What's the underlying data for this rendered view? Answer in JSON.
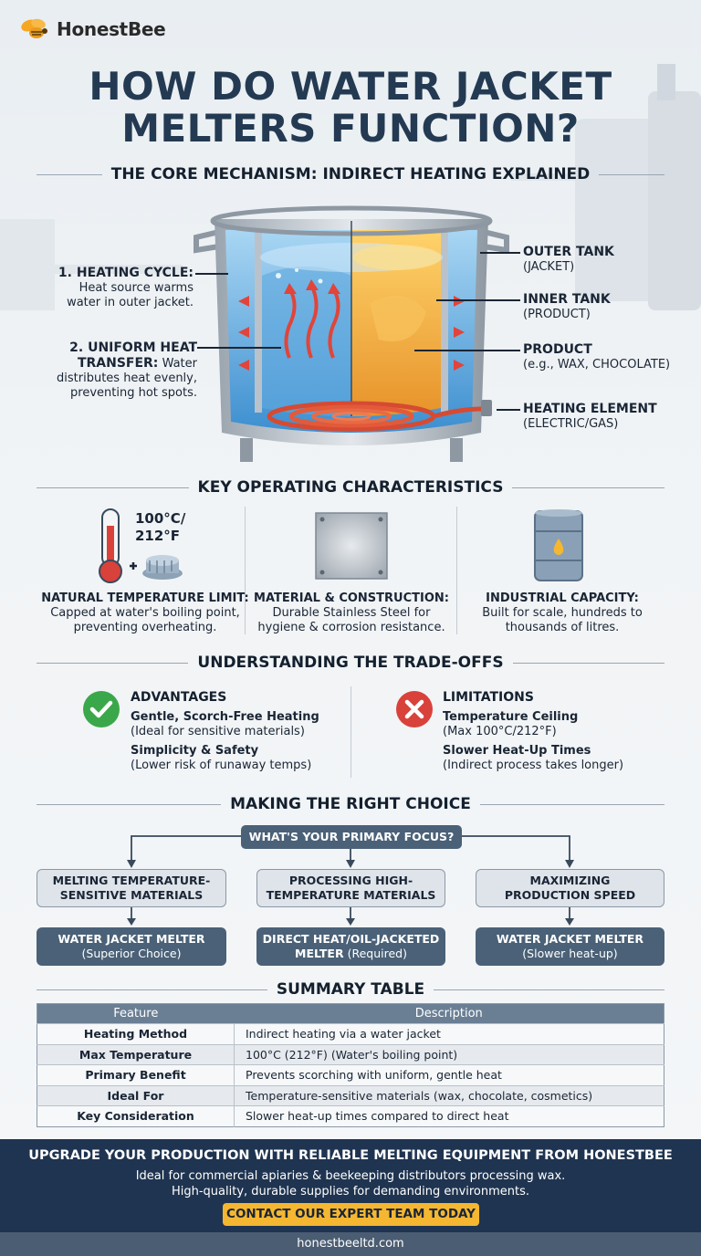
{
  "brand": {
    "name": "HonestBee"
  },
  "title": {
    "line1": "HOW DO WATER JACKET",
    "line2": "MELTERS FUNCTION?"
  },
  "mechanism": {
    "heading": "THE CORE MECHANISM: INDIRECT HEATING EXPLAINED",
    "left_labels": [
      {
        "title": "1. HEATING CYCLE:",
        "line1": "Heat source warms",
        "line2": "water in outer jacket."
      },
      {
        "title": "2. UNIFORM HEAT",
        "title2": "TRANSFER:",
        "desc_inline": "Water",
        "line1": "distributes heat evenly,",
        "line2": "preventing hot spots."
      }
    ],
    "right_labels": [
      {
        "title": "OUTER TANK",
        "sub": "(JACKET)"
      },
      {
        "title": "INNER TANK",
        "sub": "(PRODUCT)"
      },
      {
        "title": "PRODUCT",
        "sub": "(e.g., WAX, CHOCOLATE)"
      },
      {
        "title": "HEATING ELEMENT",
        "sub": "(ELECTRIC/GAS)"
      }
    ]
  },
  "characteristics": {
    "heading": "KEY OPERATING CHARACTERISTICS",
    "temp_line1": "100°C/",
    "temp_line2": "212°F",
    "items": [
      {
        "title": "NATURAL TEMPERATURE LIMIT:",
        "line1": "Capped at water's boiling point,",
        "line2": "preventing overheating."
      },
      {
        "title": "MATERIAL & CONSTRUCTION:",
        "line1": "Durable Stainless Steel for",
        "line2": "hygiene & corrosion resistance."
      },
      {
        "title": "INDUSTRIAL CAPACITY:",
        "line1": "Built for scale, hundreds to",
        "line2": "thousands of litres."
      }
    ]
  },
  "tradeoffs": {
    "heading": "UNDERSTANDING THE TRADE-OFFS",
    "advantages": {
      "title": "ADVANTAGES",
      "items": [
        {
          "title": "Gentle, Scorch-Free Heating",
          "sub": "(Ideal for sensitive materials)"
        },
        {
          "title": "Simplicity & Safety",
          "sub": "(Lower risk of runaway temps)"
        }
      ]
    },
    "limitations": {
      "title": "LIMITATIONS",
      "items": [
        {
          "title": "Temperature Ceiling",
          "sub": "(Max 100°C/212°F)"
        },
        {
          "title": "Slower Heat-Up Times",
          "sub": "(Indirect process takes longer)"
        }
      ]
    }
  },
  "choice": {
    "heading": "MAKING THE RIGHT CHOICE",
    "question": "WHAT'S YOUR PRIMARY FOCUS?",
    "options": [
      {
        "line1": "MELTING TEMPERATURE-",
        "line2": "SENSITIVE MATERIALS",
        "result_title": "WATER JACKET MELTER",
        "result_pre": "",
        "result_sub": "(Superior Choice)"
      },
      {
        "line1": "PROCESSING HIGH-",
        "line2": "TEMPERATURE MATERIALS",
        "result_title": "DIRECT HEAT/OIL-JACKETED",
        "result_pre": "MELTER",
        "result_sub": "(Required)"
      },
      {
        "line1": "MAXIMIZING",
        "line2": "PRODUCTION SPEED",
        "result_title": "WATER JACKET MELTER",
        "result_pre": "",
        "result_sub": "(Slower heat-up)"
      }
    ]
  },
  "summary": {
    "heading": "SUMMARY TABLE",
    "columns": [
      "Feature",
      "Description"
    ],
    "rows": [
      [
        "Heating Method",
        "Indirect heating via a water jacket"
      ],
      [
        "Max Temperature",
        "100°C (212°F) (Water's boiling point)"
      ],
      [
        "Primary Benefit",
        "Prevents scorching with uniform, gentle heat"
      ],
      [
        "Ideal For",
        "Temperature-sensitive materials (wax, chocolate, cosmetics)"
      ],
      [
        "Key Consideration",
        "Slower heat-up times compared to direct heat"
      ]
    ]
  },
  "footer": {
    "headline": "UPGRADE YOUR PRODUCTION WITH RELIABLE MELTING EQUIPMENT FROM HONESTBEE",
    "line1": "Ideal for commercial apiaries & beekeeping distributors processing wax.",
    "line2": "High-quality, durable supplies for demanding environments.",
    "cta": "CONTACT OUR EXPERT TEAM TODAY",
    "url": "honestbeeltd.com"
  },
  "colors": {
    "navy": "#233a52",
    "footer": "#1f3450",
    "cta": "#f5b731",
    "water": "#6fb6e6",
    "product": "#f2b13c",
    "check": "#3aa84a",
    "cross": "#d9413b"
  }
}
